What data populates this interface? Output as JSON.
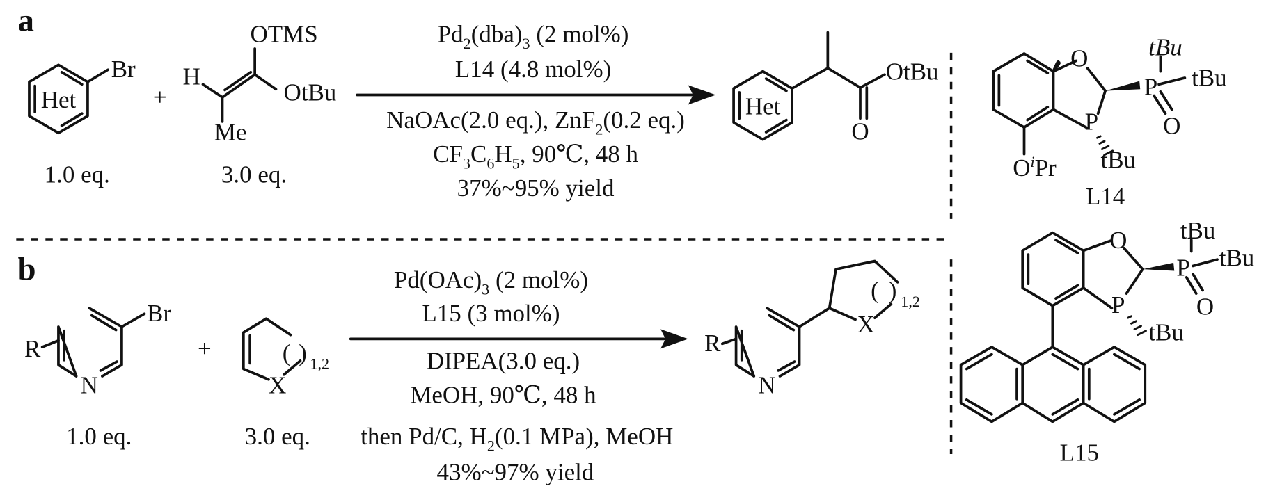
{
  "panel_a": {
    "label": "a",
    "reactant1": {
      "substituent": "Br",
      "ring_label": "Het",
      "equiv": "1.0 eq."
    },
    "plus": "+",
    "reactant2": {
      "top": "OTMS",
      "left": "H",
      "right": "OtBu",
      "bottom": "Me",
      "equiv": "3.0 eq."
    },
    "conditions": [
      [
        {
          "t": "Pd"
        },
        {
          "t": "2",
          "sub": true
        },
        {
          "t": "(dba)"
        },
        {
          "t": "3",
          "sub": true
        },
        {
          "t": " (2 mol%)"
        }
      ],
      [
        {
          "t": "L14 (4.8 mol%)"
        }
      ],
      [
        {
          "t": "NaOAc(2.0 eq.), ZnF"
        },
        {
          "t": "2",
          "sub": true
        },
        {
          "t": "(0.2 eq.)"
        }
      ],
      [
        {
          "t": "CF"
        },
        {
          "t": "3",
          "sub": true
        },
        {
          "t": "C"
        },
        {
          "t": "6",
          "sub": true
        },
        {
          "t": "H"
        },
        {
          "t": "5",
          "sub": true
        },
        {
          "t": ", 90℃, 48 h"
        }
      ],
      [
        {
          "t": "37%~95% yield"
        }
      ]
    ],
    "product": {
      "ring_label": "Het",
      "ester": "OtBu",
      "carbonyl_o": "O"
    },
    "ligand": {
      "name": "L14",
      "o_ring": "O",
      "p_ring": "P",
      "p_oxide": "P",
      "oxide_o": "O",
      "tbu_top": "tBu",
      "tbu_right": "tBu",
      "tbu_ring": "tBu",
      "alkoxy": "O",
      "alkoxy_sup": "i",
      "alkoxy_rest": "Pr"
    }
  },
  "panel_b": {
    "label": "b",
    "reactant1": {
      "substituent": "Br",
      "r_group": "R",
      "n_atom": "N",
      "equiv": "1.0 eq."
    },
    "plus": "+",
    "reactant2": {
      "hetero": "X",
      "paren_open": "(",
      "paren_close": ")",
      "count": "1,2",
      "equiv": "3.0 eq."
    },
    "conditions": [
      [
        {
          "t": "Pd(OAc)"
        },
        {
          "t": "3",
          "sub": true
        },
        {
          "t": " (2 mol%)"
        }
      ],
      [
        {
          "t": "L15 (3 mol%)"
        }
      ],
      [
        {
          "t": "DIPEA(3.0 eq.)"
        }
      ],
      [
        {
          "t": "MeOH, 90℃, 48 h"
        }
      ],
      [
        {
          "t": "then Pd/C, H"
        },
        {
          "t": "2",
          "sub": true
        },
        {
          "t": "(0.1 MPa), MeOH"
        }
      ],
      [
        {
          "t": "43%~97% yield"
        }
      ]
    ],
    "product": {
      "r_group": "R",
      "n_atom": "N",
      "hetero": "X",
      "paren_open": "(",
      "paren_close": ")",
      "count": "1,2"
    },
    "ligand": {
      "name": "L15",
      "o_ring": "O",
      "p_ring": "P",
      "p_oxide": "P",
      "oxide_o": "O",
      "tbu_top": "tBu",
      "tbu_right": "tBu",
      "tbu_ring": "tBu"
    }
  }
}
